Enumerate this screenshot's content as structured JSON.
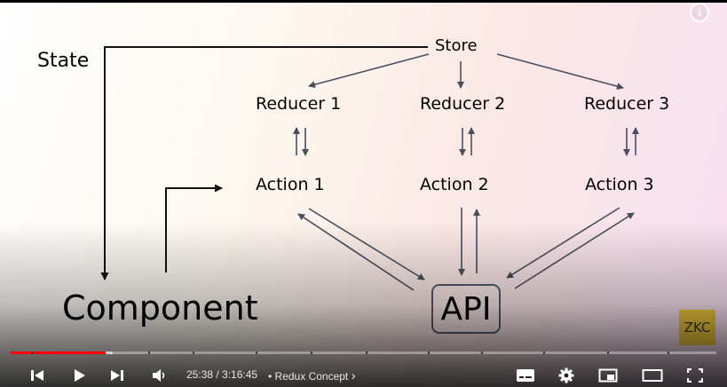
{
  "diagram": {
    "store": "Store",
    "state": "State",
    "reducers": [
      "Reducer 1",
      "Reducer 2",
      "Reducer 3"
    ],
    "actions": [
      "Action 1",
      "Action 2",
      "Action 3"
    ],
    "component": "Component",
    "api": "API"
  },
  "watermark": "ZKC",
  "player": {
    "current_time": "25:38",
    "duration": "3:16:45",
    "time_display": "25:38 / 3:16:45",
    "chapter_separator": "•",
    "chapter_title": "Redux Concept",
    "chapter_chevron": "›",
    "info_glyph": "i",
    "progress_played": 0.135,
    "progress_buffered": 0.145
  },
  "colors": {
    "progress_red": "#ff0000",
    "watermark_bg": "#f2cc3a",
    "arrow_color": "#4a4e5c"
  },
  "icons": {
    "previous": "skip-previous-icon",
    "play": "play-icon",
    "next": "skip-next-icon",
    "volume": "volume-icon",
    "subtitles": "subtitles-icon",
    "settings": "gear-icon",
    "miniplayer": "miniplayer-icon",
    "theater": "theater-mode-icon",
    "fullscreen": "fullscreen-icon",
    "info": "info-icon"
  }
}
